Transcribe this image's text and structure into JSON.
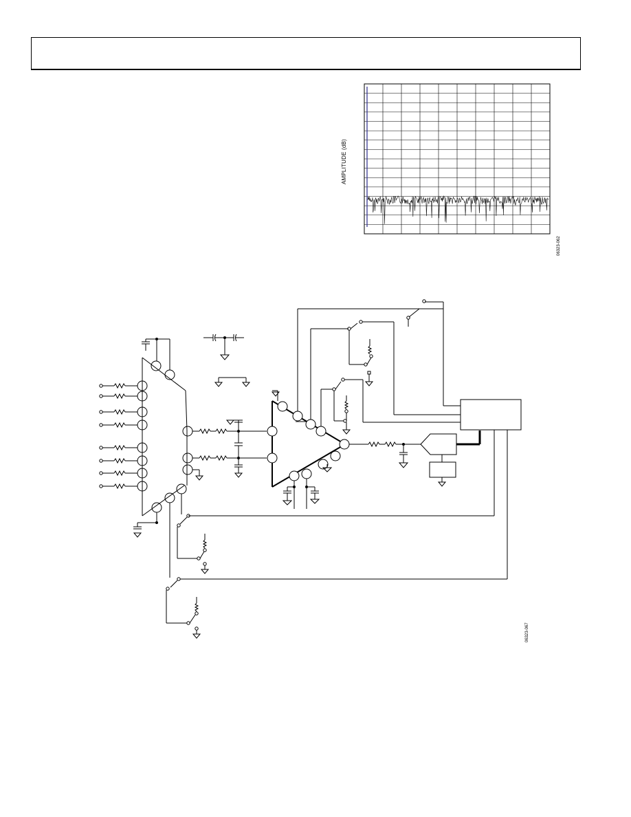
{
  "chart_data": {
    "type": "line",
    "ylabel": "AMPLITUDE (dB)",
    "xlabel": "",
    "title": "",
    "grid": true,
    "vertical_gridlines": 10,
    "horizontal_gridlines": 16,
    "series": [
      {
        "values": []
      }
    ]
  },
  "figures": {
    "spectrum_id": "06323-062",
    "schematic_id": "06323-067"
  }
}
